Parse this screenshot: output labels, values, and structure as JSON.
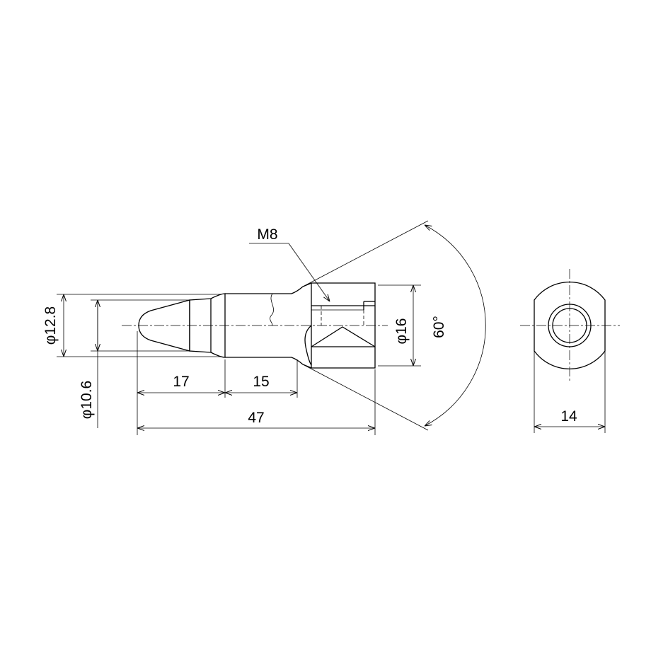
{
  "dimensions": {
    "thread": "M8",
    "dia_outer": "φ12.8",
    "dia_tip": "φ10.6",
    "dia_head": "φ16",
    "len_tip": "17",
    "len_mid": "15",
    "len_total": "47",
    "angle": "60°",
    "width_end": "14"
  }
}
